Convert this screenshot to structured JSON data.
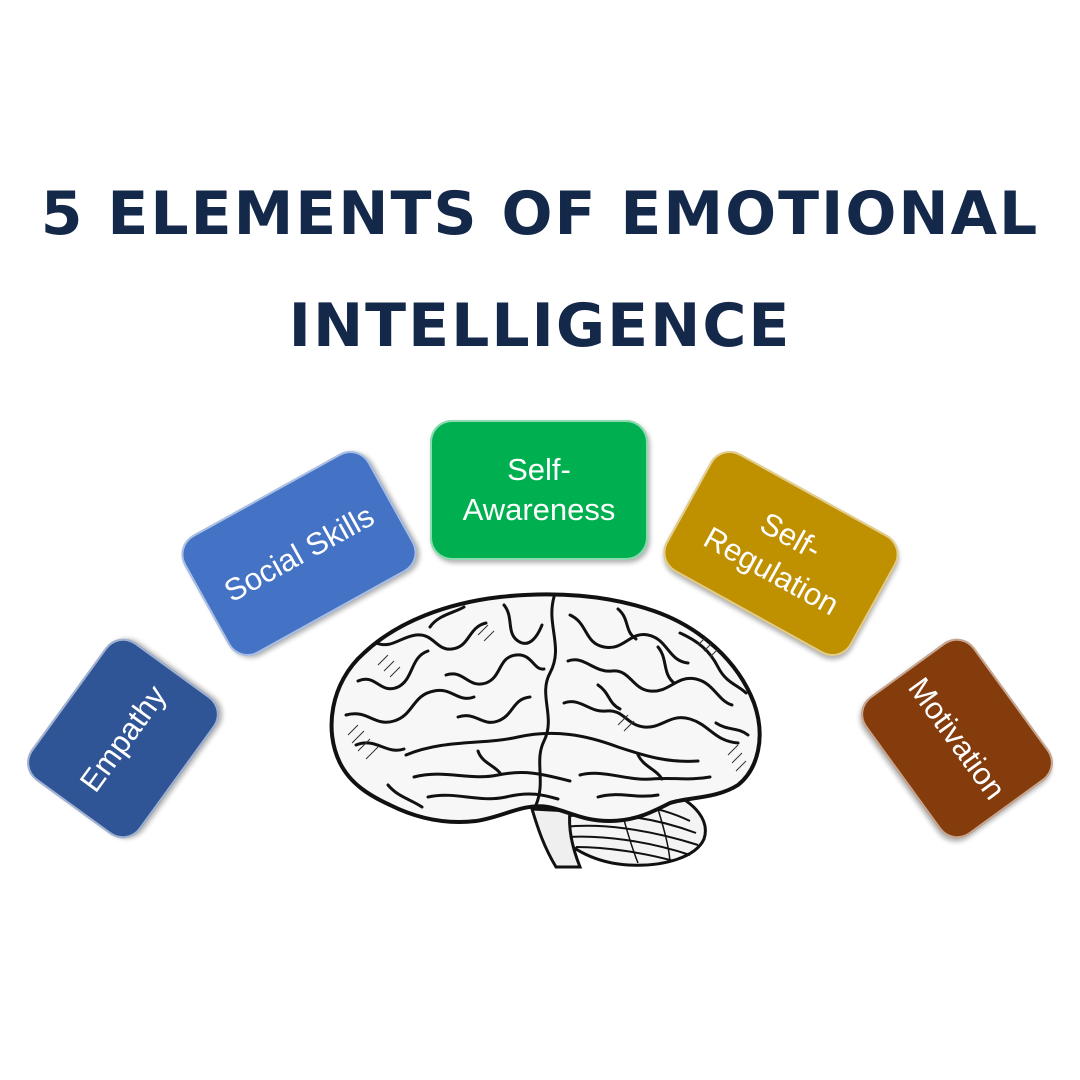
{
  "title": {
    "line1": "5 ELEMENTS OF EMOTIONAL",
    "line2": "INTELLIGENCE"
  },
  "elements": [
    {
      "line1": "Empathy",
      "line2": "",
      "color": "#2f5597"
    },
    {
      "line1": "Social Skills",
      "line2": "",
      "color": "#4472c4"
    },
    {
      "line1": "Self-",
      "line2": "Awareness",
      "color": "#00b050"
    },
    {
      "line1": "Self-",
      "line2": "Regulation",
      "color": "#bf9000"
    },
    {
      "line1": "Motivation",
      "line2": "",
      "color": "#843c0c"
    }
  ],
  "brain_icon": "brain-illustration"
}
